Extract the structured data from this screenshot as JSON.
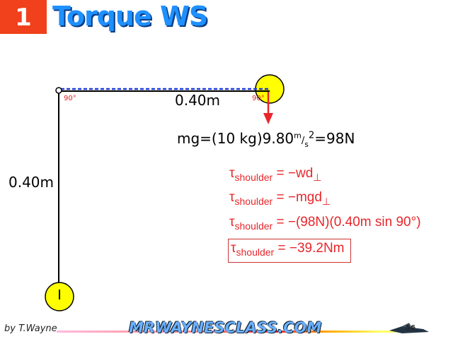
{
  "header": {
    "slide_number": "1",
    "title": "Torque WS"
  },
  "diagram": {
    "arm_length_label": "0.40m",
    "upper_arm_length_label": "0.40m",
    "angle_label_shoulder": "90°",
    "angle_label_hand": "90°",
    "weight_label": "mg=(10 kg)9.80",
    "weight_unit_num": "m",
    "weight_unit_den": "s",
    "weight_exp": "2",
    "weight_result": "=98N"
  },
  "equations": [
    {
      "lhs": "τ",
      "sub": "shoulder",
      "rhs": "= −wd",
      "tail": "⊥"
    },
    {
      "lhs": "τ",
      "sub": "shoulder",
      "rhs": "= −mgd",
      "tail": "⊥"
    },
    {
      "lhs": "τ",
      "sub": "shoulder",
      "rhs": "= −(98N)(0.40m sin 90°)",
      "tail": ""
    },
    {
      "lhs": "τ",
      "sub": "shoulder",
      "rhs": "= −39.2Nm",
      "tail": ""
    }
  ],
  "footer": {
    "byline": "by T.Wayne",
    "site": "MRWAYNESCLASS.COM",
    "page": "56"
  },
  "colors": {
    "accent": "#f0401c",
    "title": "#1e90ff",
    "equation": "#e8262a",
    "ball": "#ffff00"
  }
}
